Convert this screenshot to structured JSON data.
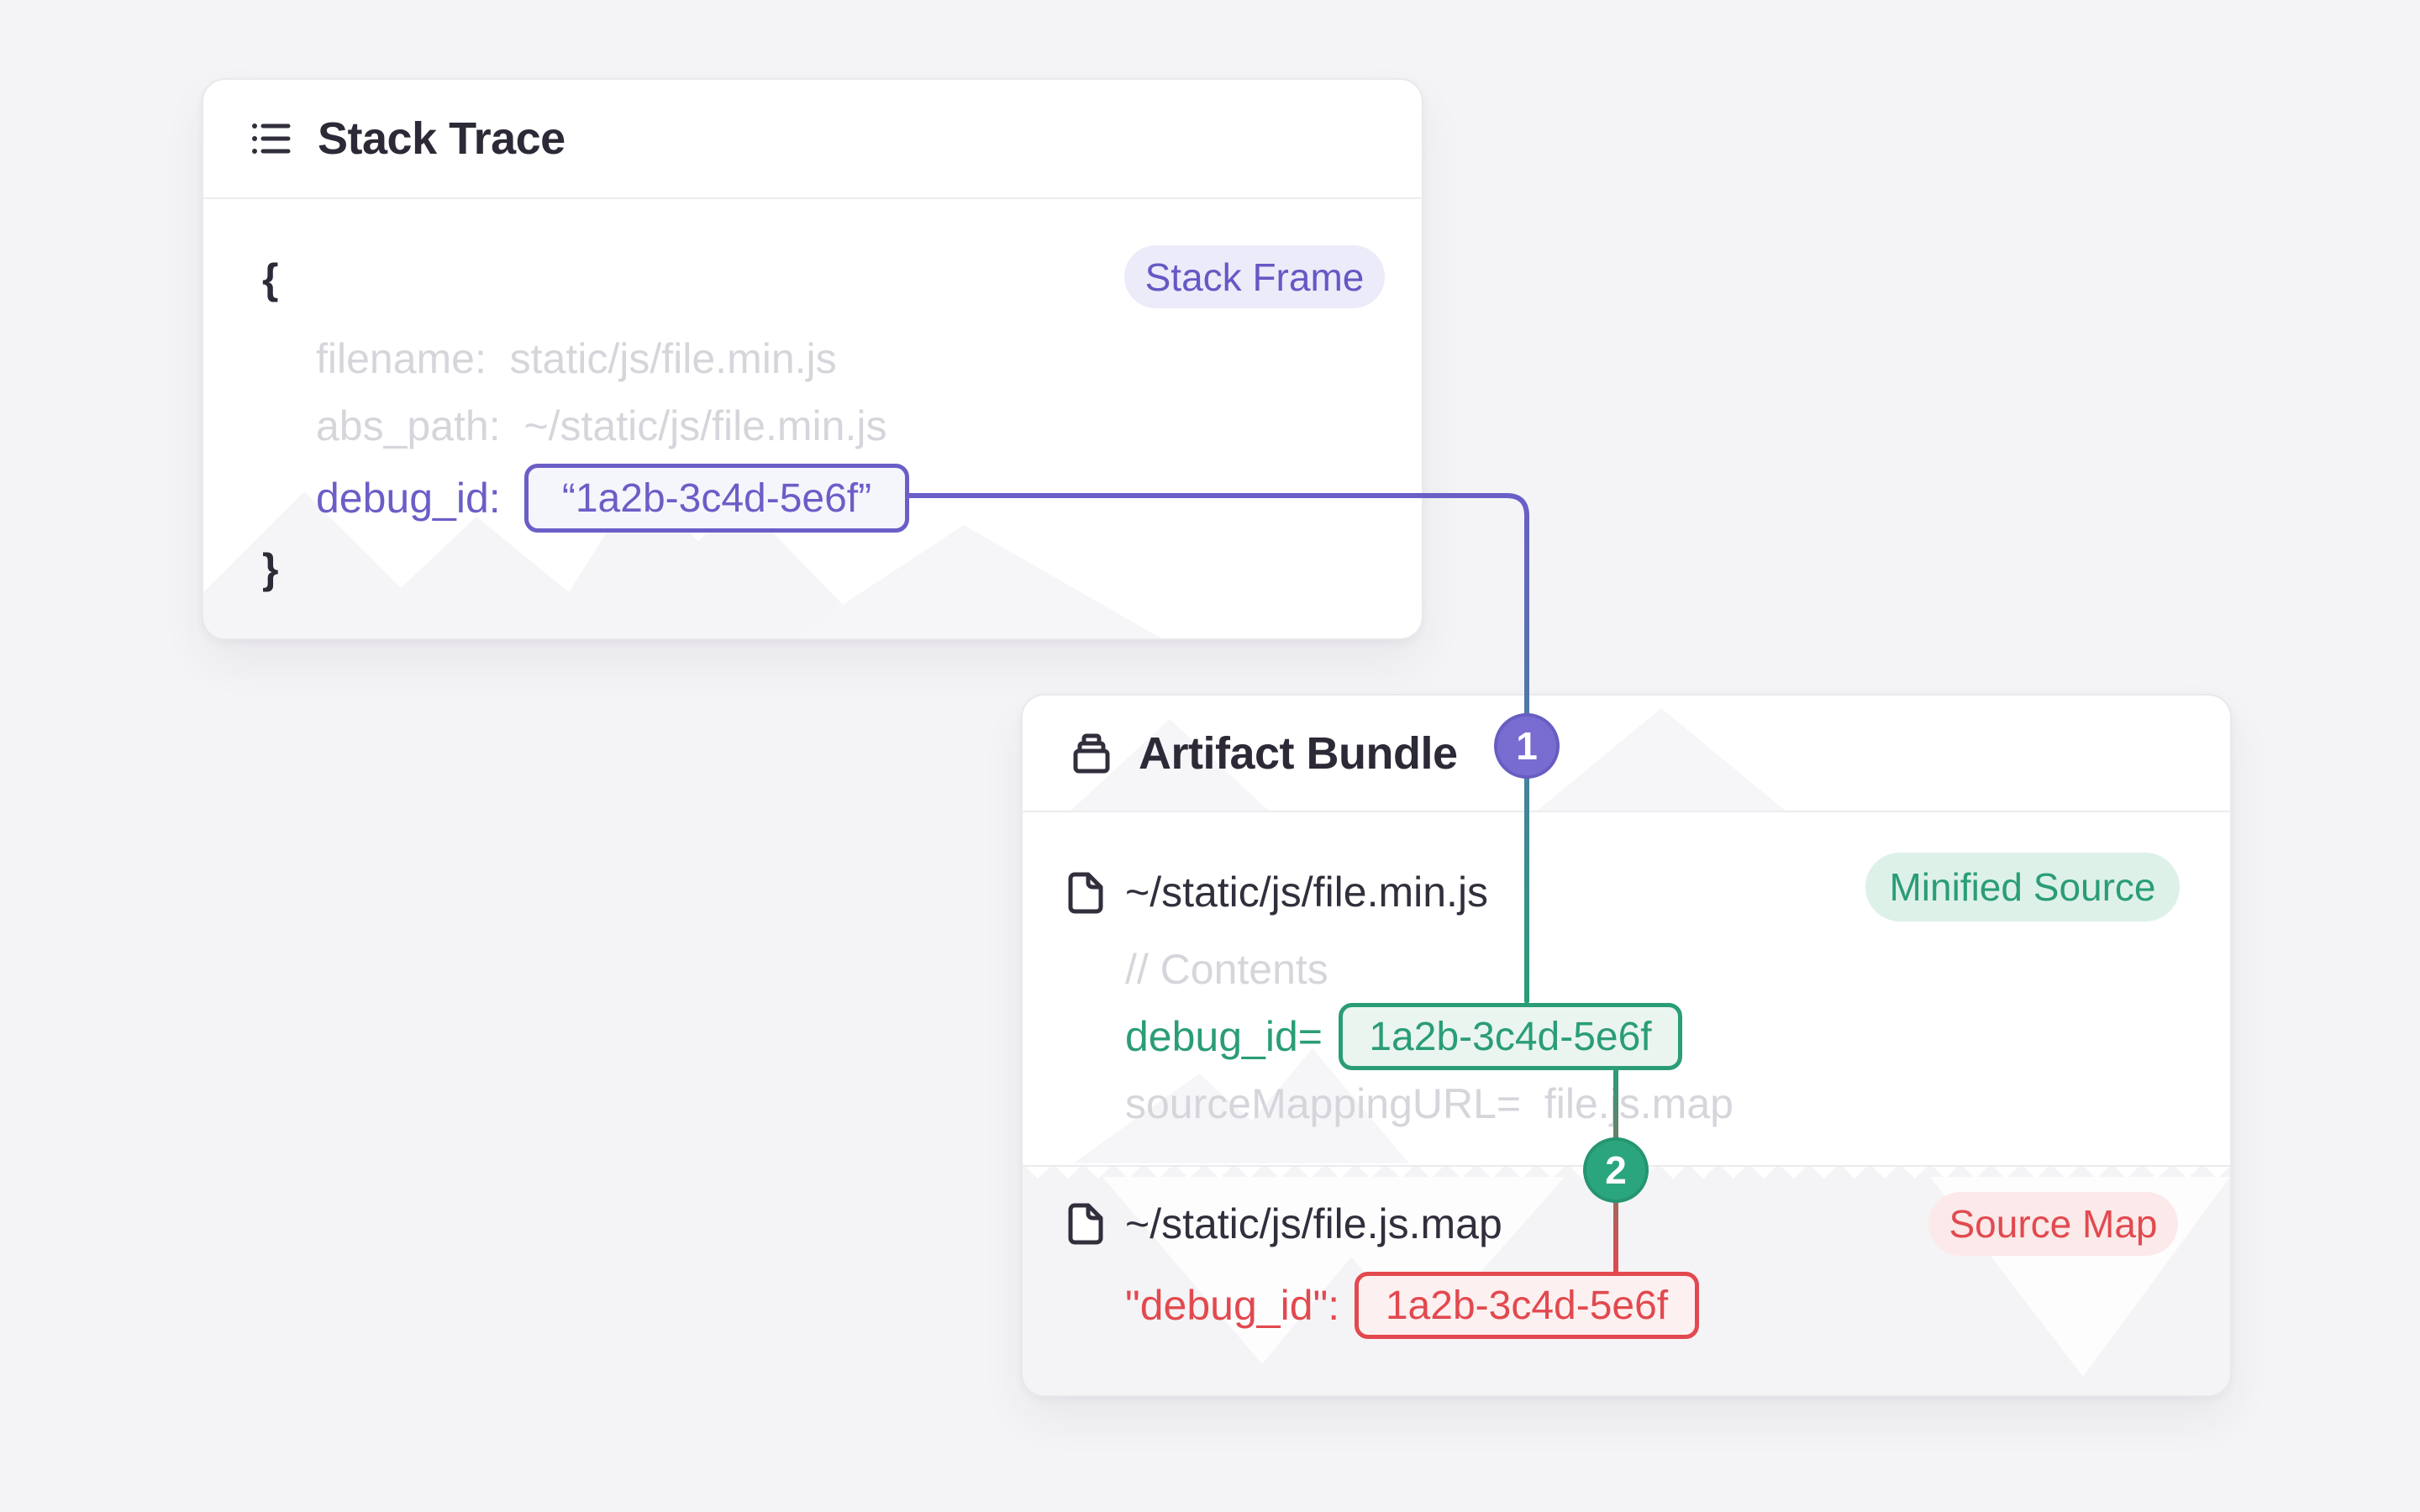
{
  "colors": {
    "page_bg": "#f4f4f6",
    "purple": "#6a5ec7",
    "green": "#2a9d78",
    "red": "#e2494f",
    "muted_text": "#d6d5db",
    "dark_text": "#332e3c"
  },
  "stack_trace_card": {
    "title": "Stack Trace",
    "title_icon": "list-icon",
    "frame_badge": "Stack Frame",
    "code": {
      "open_brace": "{",
      "filename_line": "filename:  static/js/file.min.js",
      "abs_path_line": "abs_path:  ~/static/js/file.min.js",
      "debug_id_key": "debug_id:",
      "debug_id_value": "“1a2b-3c4d-5e6f”",
      "close_brace": "}"
    }
  },
  "artifact_bundle_card": {
    "title": "Artifact Bundle",
    "title_icon": "archive-icon",
    "minified_source": {
      "file_icon": "file-icon",
      "filename": "~/static/js/file.min.js",
      "badge": "Minified Source",
      "contents_comment": "// Contents",
      "debug_id_key": "debug_id=",
      "debug_id_value": "1a2b-3c4d-5e6f",
      "source_mapping_line": "sourceMappingURL=  file.js.map"
    },
    "source_map": {
      "file_icon": "file-icon",
      "filename": "~/static/js/file.js.map",
      "badge": "Source Map",
      "debug_id_key": "\"debug_id\":",
      "debug_id_value": "1a2b-3c4d-5e6f"
    }
  },
  "connectors": {
    "step1_label": "1",
    "step2_label": "2"
  }
}
